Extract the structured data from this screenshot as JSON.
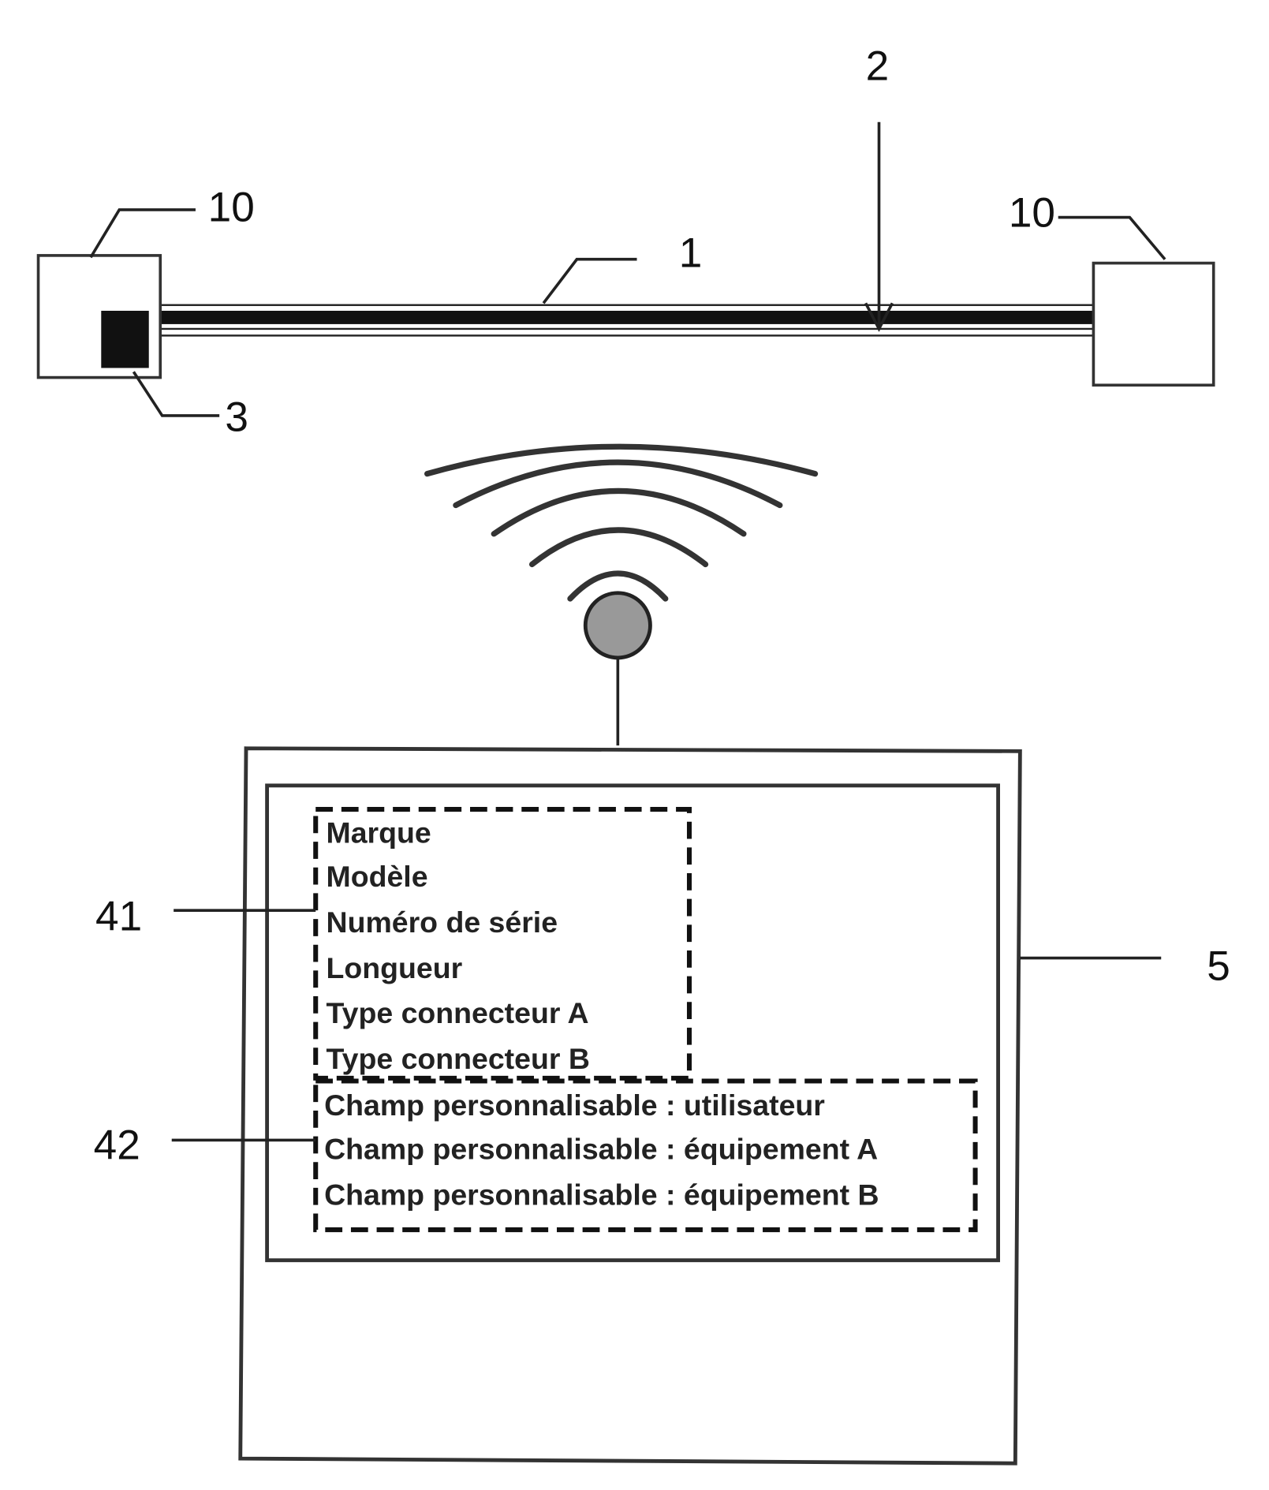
{
  "labels": {
    "cable": "1",
    "arrow": "2",
    "tag": "3",
    "connector_left": "10",
    "connector_right": "10",
    "screen_device": "5",
    "fixed_fields_box": "41",
    "custom_fields_box": "42"
  },
  "fixed_fields": [
    "Marque",
    "Modèle",
    "Numéro de série",
    "Longueur",
    "Type connecteur A",
    "Type connecteur B"
  ],
  "custom_fields": [
    "Champ personnalisable : utilisateur",
    "Champ personnalisable : équipement A",
    "Champ personnalisable : équipement B"
  ]
}
